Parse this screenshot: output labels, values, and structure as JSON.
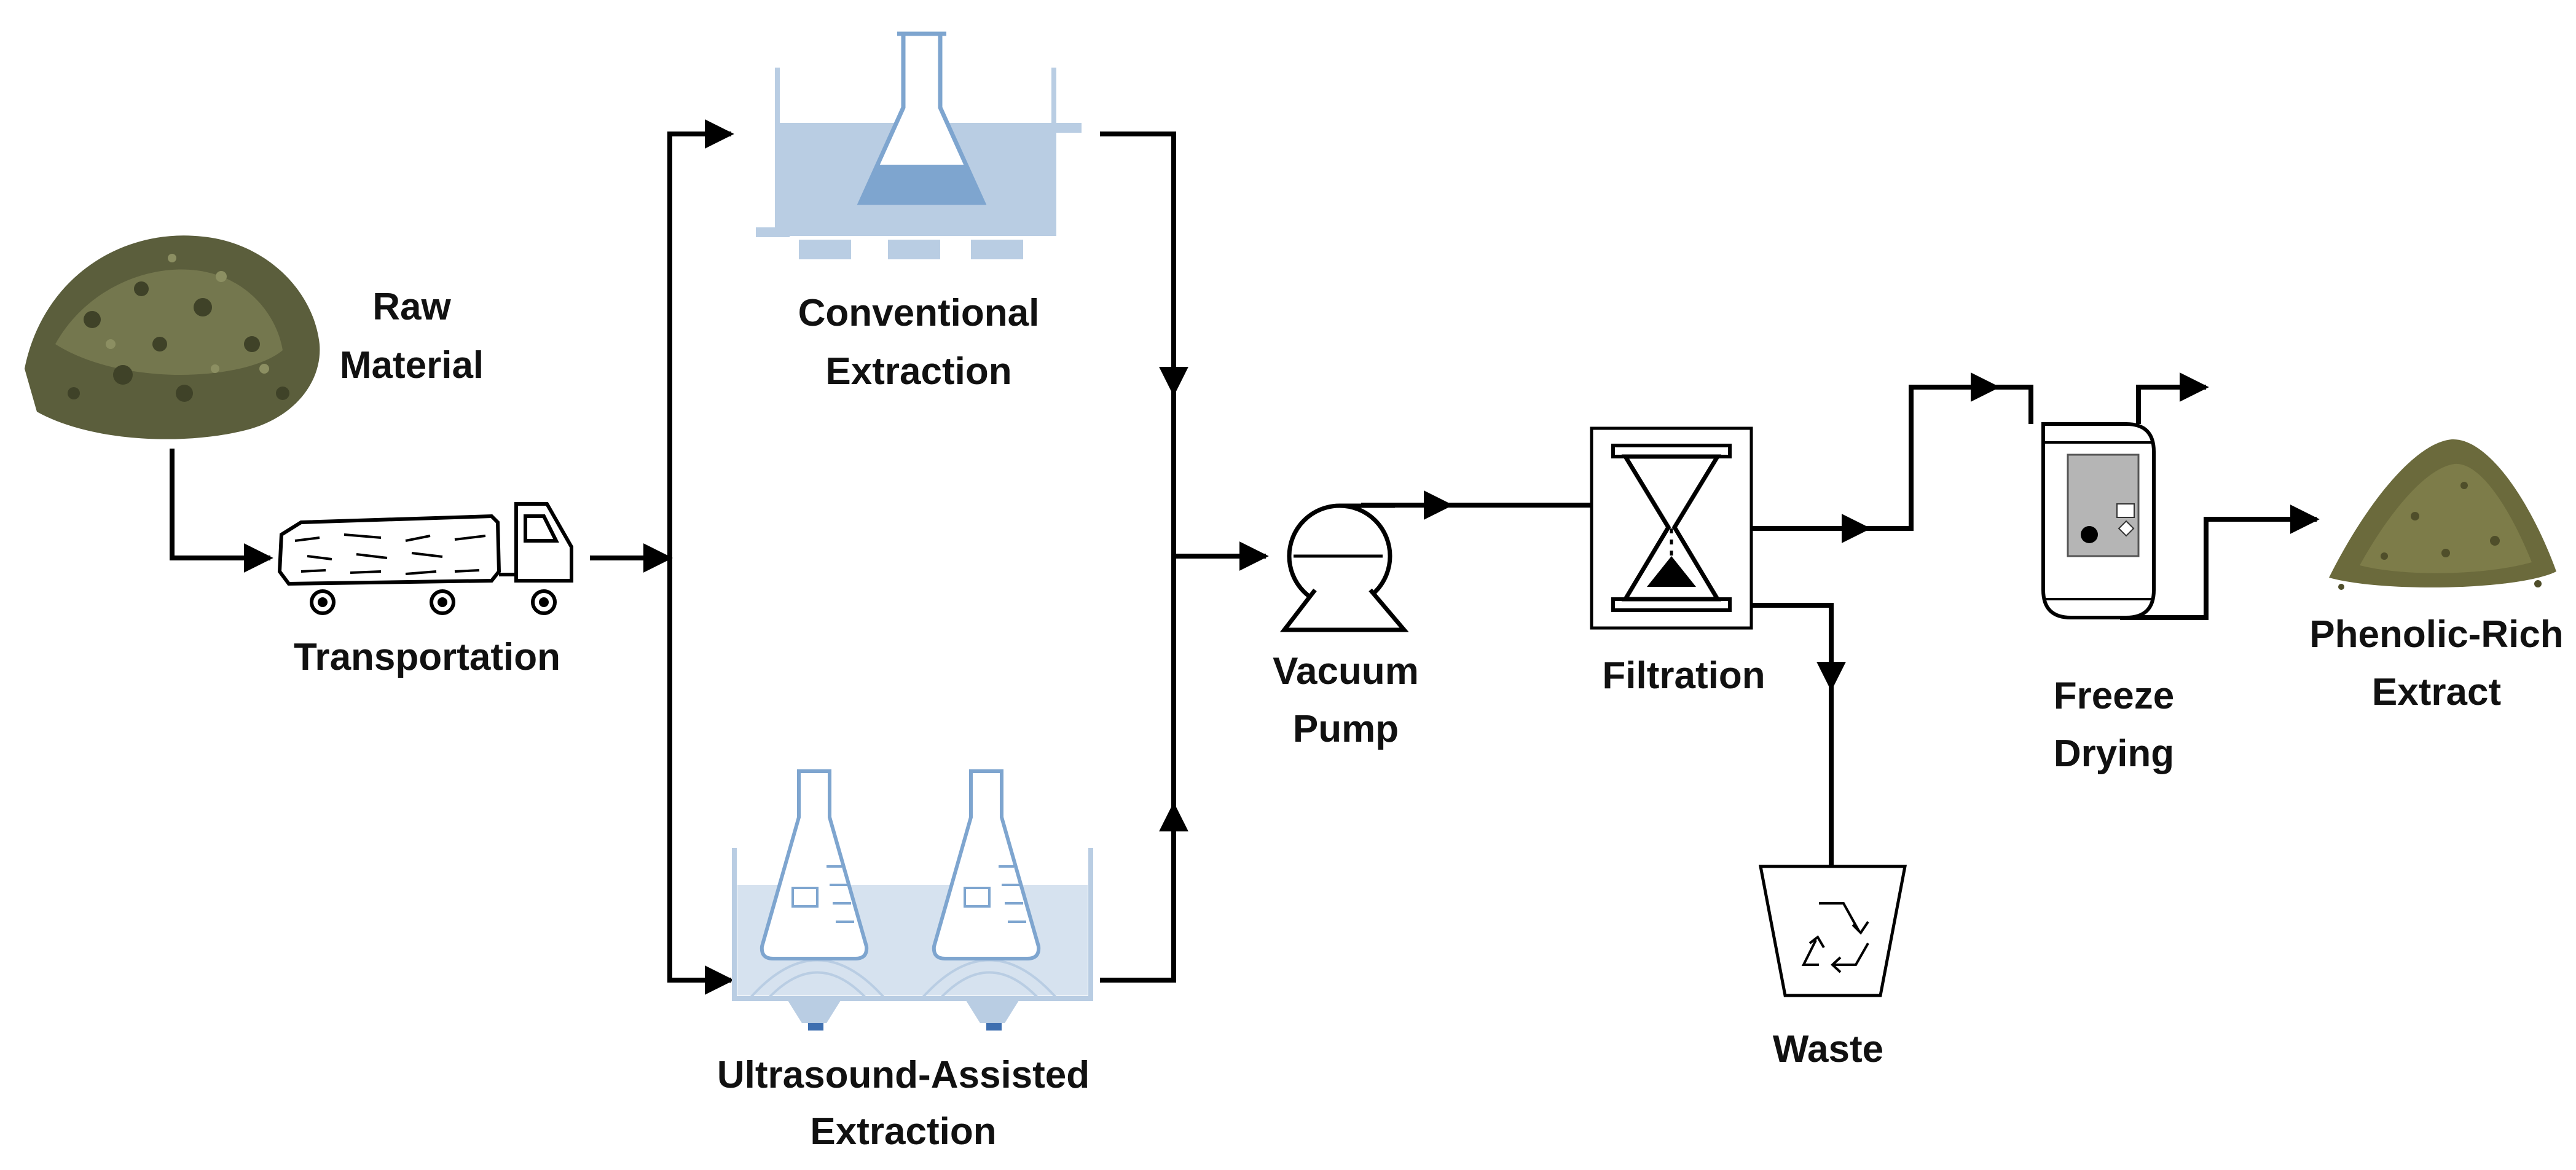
{
  "labels": {
    "raw_material": [
      "Raw",
      "Material"
    ],
    "transportation": "Transportation",
    "conventional_extraction": [
      "Conventional",
      "Extraction"
    ],
    "ultrasound_extraction": [
      "Ultrasound-Assisted",
      "Extraction"
    ],
    "vacuum_pump": [
      "Vacuum",
      "Pump"
    ],
    "filtration": "Filtration",
    "waste": "Waste",
    "freeze_drying": [
      "Freeze",
      "Drying"
    ],
    "phenolic_extract": [
      "Phenolic-Rich",
      "Extract"
    ]
  },
  "colors": {
    "line": "#000000",
    "water": "#b9cde3",
    "water_dark": "#7ea5cf",
    "plant": "#5b5e3c",
    "powder": "#6b6a3c",
    "dryer_panel": "#b5b5b5"
  },
  "icons": [
    "leaf-pile-icon",
    "truck-icon",
    "extraction-tank-icon",
    "ultrasound-bath-icon",
    "vacuum-pump-icon",
    "hourglass-filter-icon",
    "recycle-bin-icon",
    "freeze-dryer-icon",
    "powder-pile-icon"
  ]
}
